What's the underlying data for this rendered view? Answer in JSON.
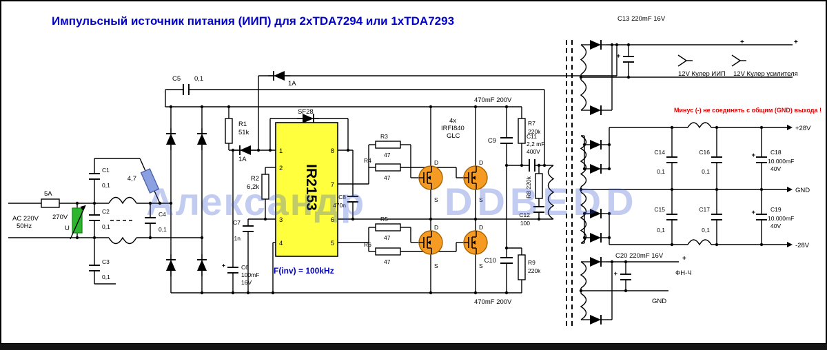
{
  "title": "Импульсный источник питания (ИИП) для 2хTDA7294 или 1хTDA7293",
  "watermark": {
    "part1": "Александр",
    "part2": "DDBEDD"
  },
  "warning": "Минус (-) не соединять с общим (GND) выхода !",
  "ic": {
    "name": "IR2153",
    "freq": "F(inv) = 100kHz",
    "pins": [
      "1",
      "2",
      "3",
      "4",
      "5",
      "6",
      "7",
      "8"
    ]
  },
  "input": {
    "ac_line1": "AC 220V",
    "ac_line2": "50Hz",
    "fuse": "5A",
    "varistor": "270V",
    "varistor_u": "U",
    "ntc": "4,7"
  },
  "outputs": {
    "p28": "+28V",
    "gnd": "GND",
    "m28": "-28V",
    "cooler1": "12V Кулер ИИП",
    "cooler2": "12V Кулер усилителя",
    "fnch": "ФН-Ч",
    "gnd_aux": "GND"
  },
  "labels": {
    "c1_name": "C1",
    "c1_val": "0,1",
    "c2_name": "C2",
    "c2_val": "0,1",
    "c3_name": "C3",
    "c3_val": "0,1",
    "c4_name": "C4",
    "c4_val": "0,1",
    "c5_name": "C5",
    "c5_val": "0,1",
    "c6_name": "C6",
    "c6_val1": "100mF",
    "c6_val2": "16V",
    "c7_name": "C7",
    "c7_val": "1n",
    "c8_name": "C8",
    "c8_val": "470n",
    "c9_name": "C9",
    "c10_name": "C10",
    "c11_name": "C11",
    "c11_val1": "2,2 mF",
    "c11_val2": "400V",
    "c12_name": "C12",
    "c12_val": "100",
    "c13": "C13 220mF 16V",
    "c14_name": "C14",
    "c14_val": "0,1",
    "c15_name": "C15",
    "c15_val": "0,1",
    "c16_name": "C16",
    "c16_val": "0,1",
    "c17_name": "C17",
    "c17_val": "0,1",
    "c18_name": "C18",
    "c18_val1": "10.000mF",
    "c18_val2": "40V",
    "c19_name": "C19",
    "c19_val1": "10.000mF",
    "c19_val2": "40V",
    "c20": "C20 220mF 16V",
    "bus_cap_top": "470mF 200V",
    "bus_cap_bottom": "470mF 200V",
    "r1_name": "R1",
    "r1_val": "51k",
    "r2_name": "R2",
    "r2_val": "6,2k",
    "r3_name": "R3",
    "r3_val": "47",
    "r4_name": "R4",
    "r4_val": "47",
    "r5_name": "R5",
    "r5_val": "47",
    "r6_name": "R6",
    "r6_val": "47",
    "r7_name": "R7",
    "r7_val": "220k",
    "r8": "R8 220k",
    "r9_name": "R9",
    "r9_val": "220k",
    "d_main": "1A",
    "d_aux": "1A",
    "d_boot": "SF28",
    "mosfets_line1": "4x",
    "mosfets_line2": "IRFI840",
    "mosfets_line3": "GLC",
    "d_label": "D",
    "s_label": "S",
    "plus": "+"
  }
}
